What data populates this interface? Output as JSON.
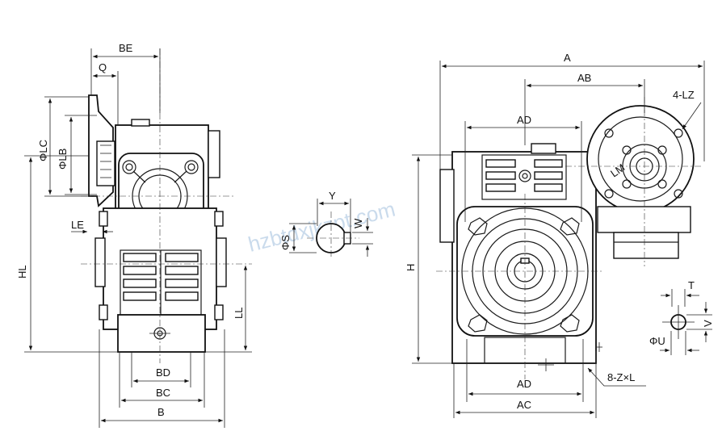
{
  "watermark": "hzbtdxjkzpt.com",
  "front_view": {
    "BE": "BE",
    "Q": "Q",
    "LC": "ΦLC",
    "LB": "ΦLB",
    "LE": "LE",
    "HL": "HL",
    "LL": "LL",
    "BD": "BD",
    "BC": "BC",
    "B": "B"
  },
  "shaft_section": {
    "Y": "Y",
    "S": "ΦS",
    "W": "W"
  },
  "side_view": {
    "A": "A",
    "AB": "AB",
    "LZ": "4-LZ",
    "AD_top": "AD",
    "H": "H",
    "AD_bottom": "AD",
    "AC": "AC",
    "ZL": "8-Z×L",
    "LM": "LM"
  },
  "foot_hole": {
    "T": "T",
    "V": "V",
    "U": "ΦU"
  }
}
